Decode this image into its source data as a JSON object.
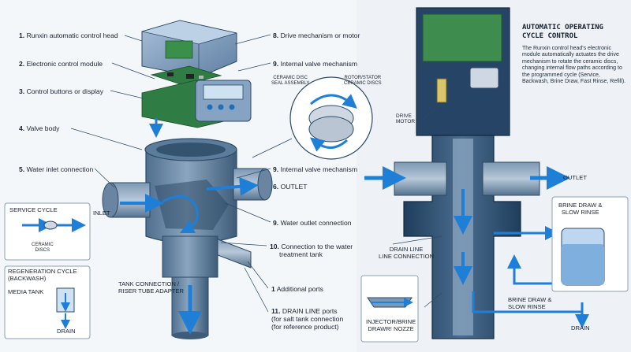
{
  "left_labels": [
    {
      "num": "1.",
      "text": "Runxin automatic control head"
    },
    {
      "num": "2.",
      "text": "Electronic control module"
    },
    {
      "num": "3.",
      "text": "Control buttons or display"
    },
    {
      "num": "4.",
      "text": "Valve body"
    },
    {
      "num": "5.",
      "text": "Water inlet connection"
    }
  ],
  "right_labels": {
    "l8": {
      "num": "8.",
      "text": "Drive mechanism or motor"
    },
    "l9a": {
      "num": "9.",
      "text": "Internal valve mechanism"
    },
    "l9b": {
      "num": "9.",
      "text": "Internal valve mechanism"
    },
    "l6": {
      "num": "6.",
      "text": "OUTLET"
    },
    "l9c": {
      "num": "9.",
      "text": "Water outlet connection"
    },
    "l10": {
      "num": "10.",
      "text": "Connection to the water",
      "text2": "treatment tank"
    },
    "l1": {
      "num": "1",
      "text": "Additional ports"
    },
    "l11": {
      "num": "11.",
      "text": "DRAIN LINE ports",
      "text2": "(for salt tank connection",
      "text3": "(for reference product)"
    }
  },
  "inset": {
    "seal_line1": "CERAMIC DISC",
    "seal_line2": "SEAL ASSEMBLY",
    "rotor_line1": "ROTOR/STATOR",
    "rotor_line2": "CERAMIC DISCS"
  },
  "service_box": {
    "title": "SERVICE CYCLE",
    "discs_line1": "CERAMIC",
    "discs_line2": "DISCS"
  },
  "inlet_label": "INLET",
  "regen_box": {
    "title1": "REGENERATION CYCLE",
    "title2": "(BACKWASH)",
    "media": "MEDIA TANK",
    "drain": "DRAIN"
  },
  "tank_conn": {
    "line1": "TANK CONNECTION /",
    "line2": "RISER TUBE ADAPTER"
  },
  "right_panel": {
    "title1": "AUTOMATIC OPERATING",
    "title2": "CYCLE CONTROL",
    "description": "The Runxin control head's electronic module automatically actuates the drive mechanism to rotate the ceramic discs, changing internal flow paths according to the programmed cycle (Service, Backwash, Brine Draw, Fast Rinse, Refill).",
    "drive_motor1": "DRIVE",
    "drive_motor2": "MOTOR",
    "outlet": "OUTLET",
    "drain_line1": "DRAIN LINE",
    "drain_line2": "LINE CONNECTION",
    "brine_box1": "BRINE DRAW &",
    "brine_box2": "SLOW RINSE",
    "brine2_1": "BRINE DRAW &",
    "brine2_2": "SLOW RINSE",
    "injector1": "INJECTOR/BRINE",
    "injector2": "DRAWR! NOZZE",
    "drain": "DRAIN"
  },
  "colors": {
    "body": "#6b8aa6",
    "body_dark": "#2d4a66",
    "arrow": "#1f7fd6",
    "cover": "#86a3c4"
  }
}
